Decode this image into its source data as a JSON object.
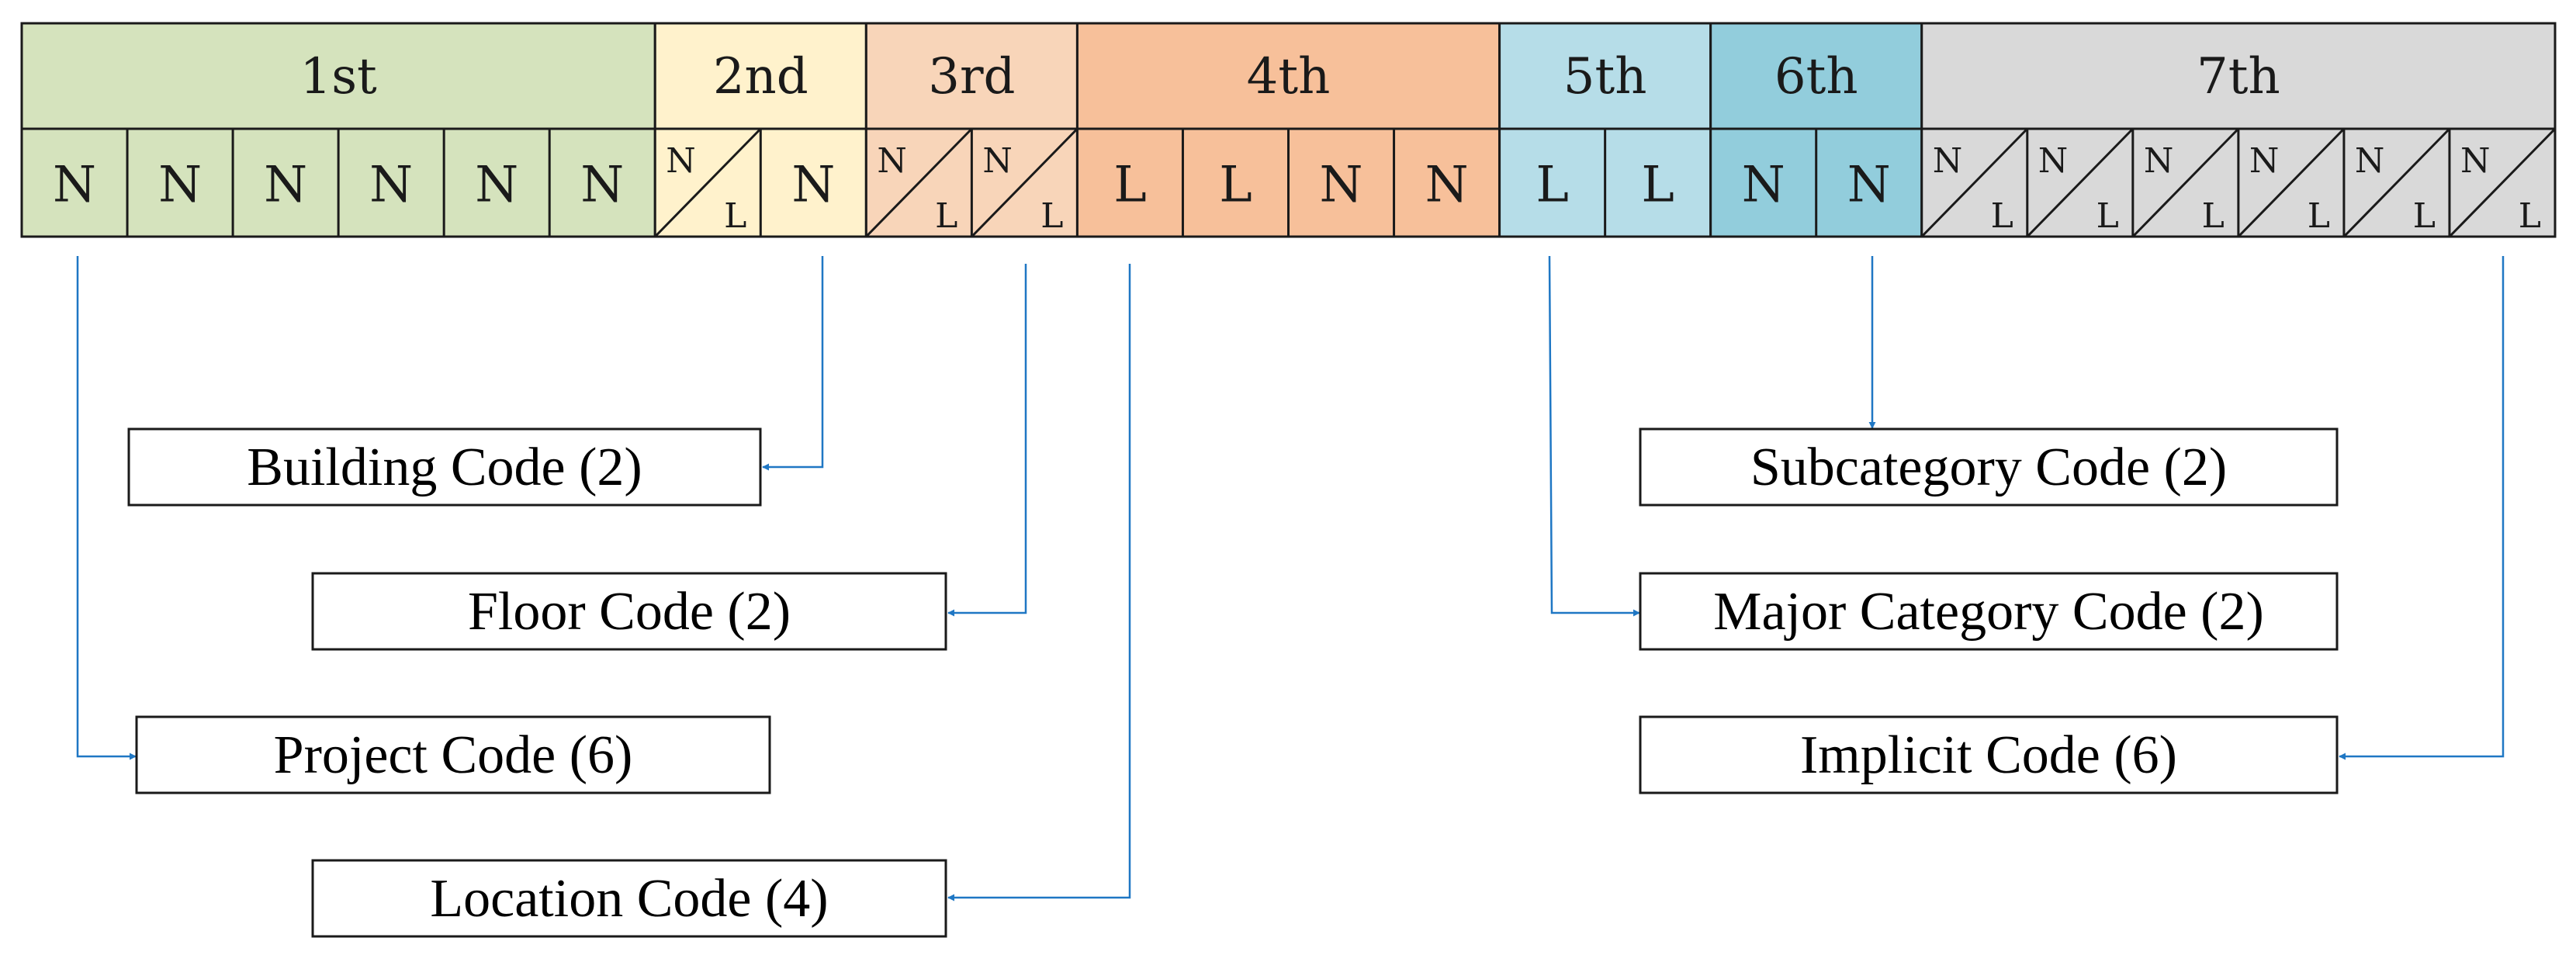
{
  "colors": {
    "line": "#1a1a1a",
    "arrow": "#1f77c4",
    "seg1": "#d5e3bd",
    "seg2": "#fff2cc",
    "seg3": "#f8d5b9",
    "seg4": "#f7c09a",
    "seg5": "#b6dde8",
    "seg6": "#92cddc",
    "seg7": "#d9d9d9"
  },
  "segments": [
    {
      "label": "1st",
      "cells": [
        "N",
        "N",
        "N",
        "N",
        "N",
        "N"
      ]
    },
    {
      "label": "2nd",
      "cells": [
        "N/L",
        "N"
      ]
    },
    {
      "label": "3rd",
      "cells": [
        "N/L",
        "N/L"
      ]
    },
    {
      "label": "4th",
      "cells": [
        "L",
        "L",
        "N",
        "N"
      ]
    },
    {
      "label": "5th",
      "cells": [
        "L",
        "L"
      ]
    },
    {
      "label": "6th",
      "cells": [
        "N",
        "N"
      ]
    },
    {
      "label": "7th",
      "cells": [
        "N/L",
        "N/L",
        "N/L",
        "N/L",
        "N/L",
        "N/L"
      ]
    }
  ],
  "split_cell": {
    "top": "N",
    "bottom": "L"
  },
  "codes": {
    "building": "Building Code (2)",
    "floor": "Floor Code (2)",
    "project": "Project Code (6)",
    "location": "Location Code (4)",
    "subcategory": "Subcategory Code (2)",
    "major_category": "Major Category Code (2)",
    "implicit": "Implicit Code (6)"
  }
}
